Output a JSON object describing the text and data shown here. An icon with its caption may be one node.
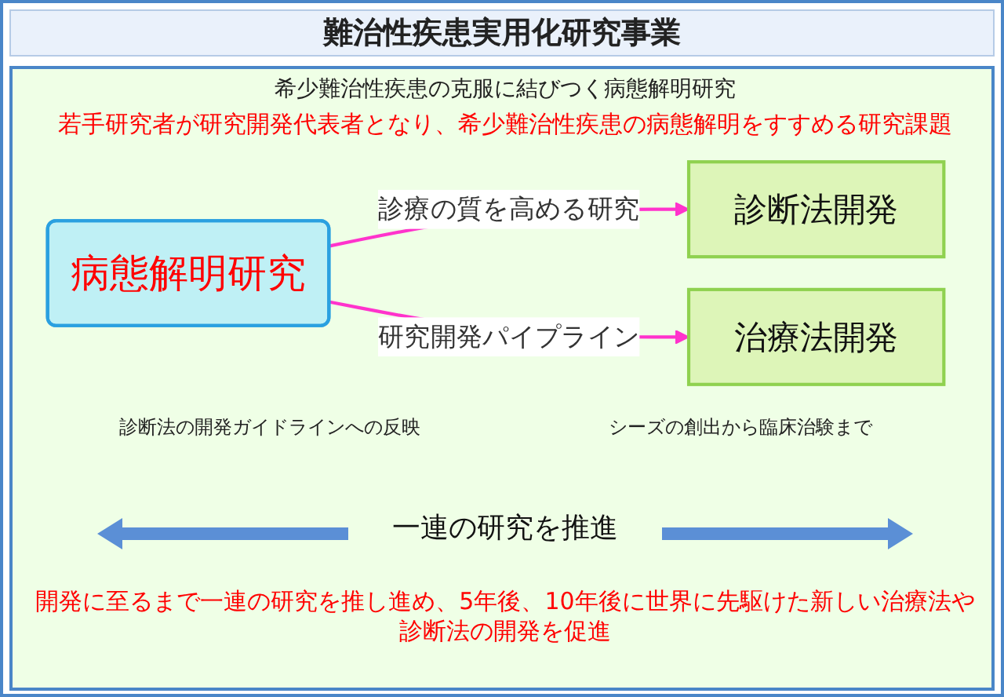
{
  "diagram": {
    "title": "難治性疾患実用化研究事業",
    "nodes": [
      {
        "text": [
          "診断法開発"
        ]
      },
      {
        "text": [
          "病態解明研究"
        ]
      },
      {
        "text": [
          "治療法開発"
        ]
      }
    ],
    "edges": [
      {
        "from": 1,
        "to": 0,
        "arrow": "to",
        "label": "診療の質を高める研究"
      },
      {
        "from": 1,
        "to": 2,
        "arrow": "to",
        "label": "研究開発パイプライン"
      }
    ],
    "labels": [
      "希少難治性疾患の克服に結びつく病態解明研究",
      "若手研究者が研究開発代表者となり、希少難治性疾患の病態解明をすすめる研究課題",
      "診断法の開発ガイドラインへの反映",
      "シーズの創出から臨床治験まで",
      "一連の研究を推進",
      "開発に至るまで一連の研究を推し進め、5年後、10年後に世界に先駆けた新しい治療法や診断法の開発を促進"
    ]
  }
}
